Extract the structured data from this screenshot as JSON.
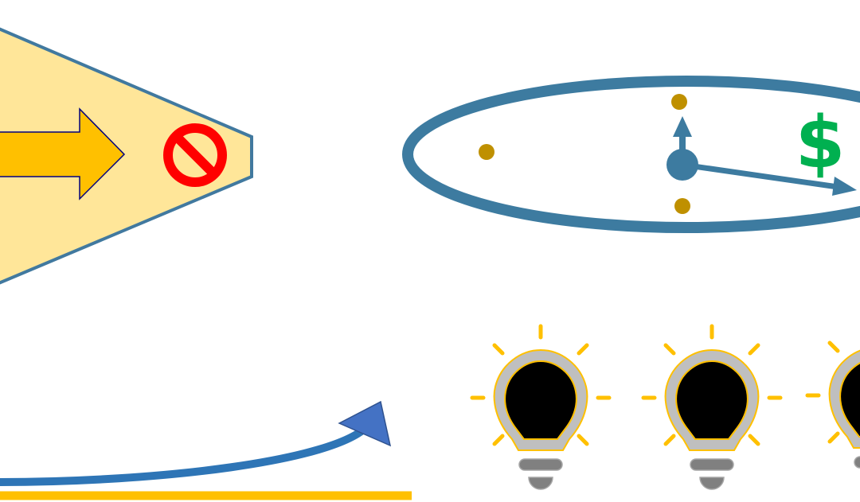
{
  "clock": {
    "currency_symbol": "$"
  },
  "colors": {
    "funnel_fill": "#FFE699",
    "funnel_stroke": "#41799F",
    "arrow_fill": "#FFC000",
    "arrow_stroke": "#000080",
    "prohibit": "#FF0000",
    "ellipse": "#3D7BA0",
    "dot": "#BF9000",
    "dollar": "#00B050",
    "curve": "#2E75B6",
    "curve_head": "#4472C4",
    "baseline": "#FFC000"
  },
  "bulbs": [
    {
      "state": "bright"
    },
    {
      "state": "dim"
    },
    {
      "state": "faded"
    }
  ]
}
